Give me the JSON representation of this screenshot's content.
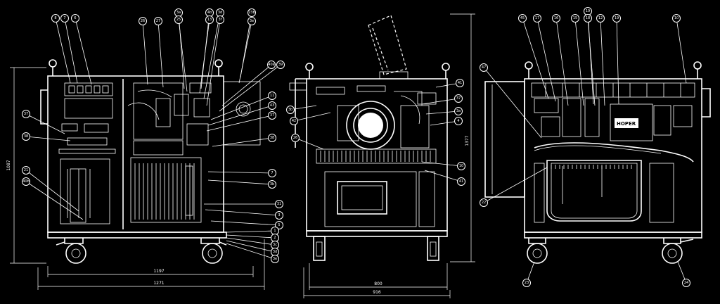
{
  "views": {
    "front": {
      "callouts": [
        "8",
        "7",
        "6",
        "26",
        "27",
        "3a",
        "25",
        "4b",
        "13",
        "3d",
        "3f",
        "23b",
        "3e",
        "40a",
        "39",
        "37",
        "38",
        "21",
        "40b",
        "11",
        "43",
        "37",
        "38",
        "7",
        "3b",
        "31",
        "3",
        "5",
        "1",
        "2",
        "3c",
        "3d",
        "3e",
        "3f",
        "3g"
      ],
      "dims": {
        "height": "1087",
        "width_inner": "1197",
        "width_outer": "1271"
      }
    },
    "side": {
      "callouts": [
        "41",
        "3b",
        "42",
        "37",
        "3a",
        "4",
        "26",
        "10",
        "41"
      ],
      "dims": {
        "height": "1377",
        "width_inner": "800",
        "width_outer": "916"
      }
    },
    "rear": {
      "callouts": [
        "45",
        "17",
        "16",
        "15",
        "19",
        "18",
        "12",
        "19",
        "10",
        "47",
        "22",
        "23",
        "24"
      ],
      "brand": "HOPER"
    }
  }
}
